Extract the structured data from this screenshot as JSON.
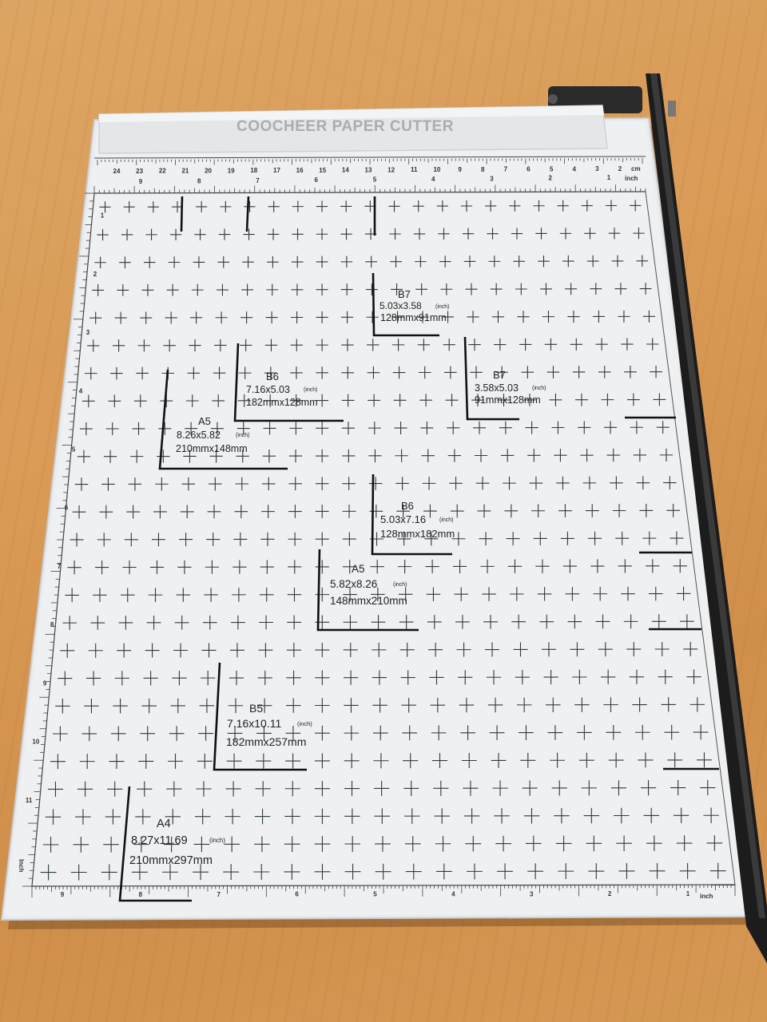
{
  "brand": "COOCHEER PAPER CUTTER",
  "units": {
    "cm": "cm",
    "inch": "inch",
    "inch_side": "Inch"
  },
  "colors": {
    "board": "#eef0f1",
    "grid": "#2e3a3e",
    "wood": "#d99a55",
    "bar": "#1c1c1c"
  },
  "top_ruler_cm": [
    "24",
    "23",
    "22",
    "21",
    "20",
    "19",
    "18",
    "17",
    "16",
    "15",
    "14",
    "13",
    "12",
    "11",
    "10",
    "9",
    "8",
    "7",
    "6",
    "5",
    "4",
    "3",
    "2"
  ],
  "top_ruler_inch": [
    "9",
    "8",
    "7",
    "6",
    "5",
    "4",
    "3",
    "2",
    "1"
  ],
  "left_ruler_inch": [
    "1",
    "2",
    "3",
    "4",
    "5",
    "6",
    "7",
    "8",
    "9",
    "10",
    "11"
  ],
  "bottom_ruler_inch": [
    "9",
    "8",
    "7",
    "6",
    "5",
    "4",
    "3",
    "2",
    "1"
  ],
  "templates": [
    {
      "name": "B7",
      "inch": "5.03x3.58",
      "unit": "(inch)",
      "mm": "128mmx91mm"
    },
    {
      "name": "B6",
      "inch": "7.16x5.03",
      "unit": "(inch)",
      "mm": "182mmx128mm"
    },
    {
      "name": "B7",
      "inch": "3.58x5.03",
      "unit": "(inch)",
      "mm": "91mmx128mm"
    },
    {
      "name": "A5",
      "inch": "8.26x5.82",
      "unit": "(inch)",
      "mm": "210mmx148mm"
    },
    {
      "name": "B6",
      "inch": "5.03x7.16",
      "unit": "(inch)",
      "mm": "128mmx182mm"
    },
    {
      "name": "A5",
      "inch": "5.82x8.26",
      "unit": "(inch)",
      "mm": "148mmx210mm"
    },
    {
      "name": "B5",
      "inch": "7.16x10.11",
      "unit": "(inch)",
      "mm": "182mmx257mm"
    },
    {
      "name": "A4",
      "inch": "8.27x11.69",
      "unit": "(inch)",
      "mm": "210mmx297mm"
    }
  ]
}
